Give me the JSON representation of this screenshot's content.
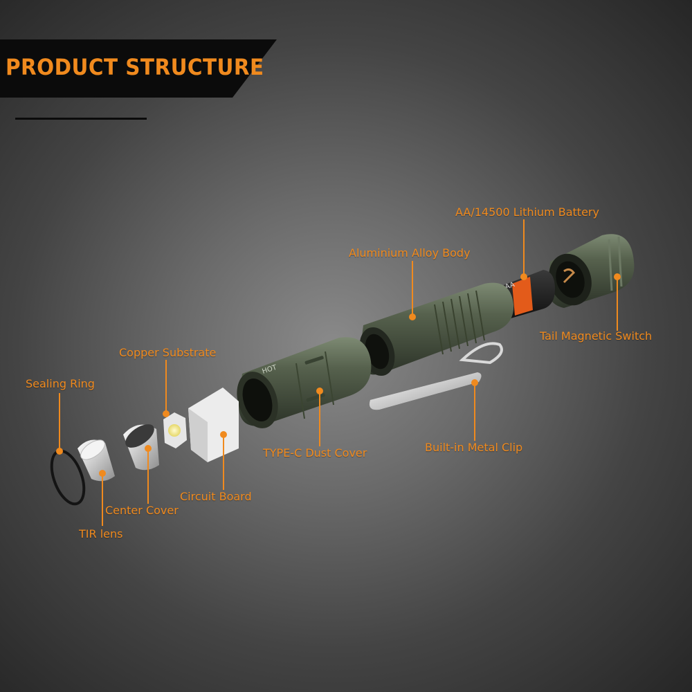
{
  "banner": {
    "title": "PRODUCT STRUCTURE"
  },
  "colors": {
    "accent": "#f08a1e",
    "body_green": "#4f5a48",
    "banner_black": "#0b0b0b"
  },
  "body_engraving": "HOT",
  "battery_wrap_text": "AA",
  "callouts": {
    "battery": "AA/14500 Lithium Battery",
    "alloy_body": "Aluminium Alloy Body",
    "tail_switch": "Tail Magnetic Switch",
    "copper_substrate": "Copper Substrate",
    "sealing_ring": "Sealing Ring",
    "typec_cover": "TYPE-C Dust Cover",
    "metal_clip": "Built-in Metal Clip",
    "circuit_board": "Circuit Board",
    "center_cover": "Center Cover",
    "tir_lens": "TIR lens"
  }
}
